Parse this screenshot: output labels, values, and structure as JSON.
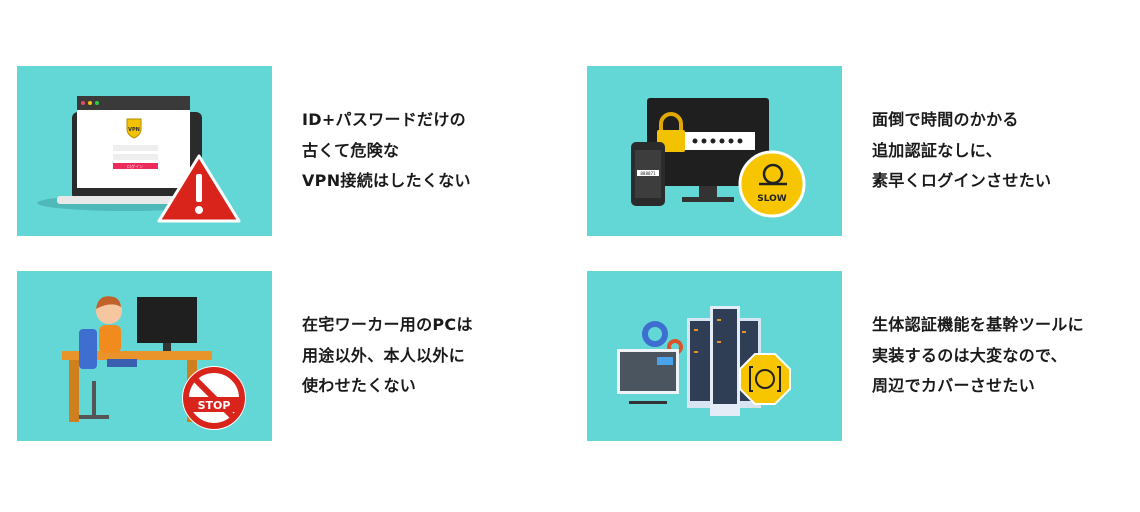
{
  "cards": [
    {
      "lines": [
        "ID+パスワードだけの",
        "古くて危険な",
        "VPN接続はしたくない"
      ],
      "illustration": "laptop-vpn-warning",
      "badge": "VPN",
      "button": "ログイン"
    },
    {
      "lines": [
        "面倒で時間のかかる",
        "追加認証なしに、",
        "素早くログインさせたい"
      ],
      "illustration": "monitor-lock-slow",
      "badge": "SLOW",
      "code": "888871"
    },
    {
      "lines": [
        "在宅ワーカー用のPCは",
        "用途以外、本人以外に",
        "使わせたくない"
      ],
      "illustration": "home-worker-stop",
      "badge": "STOP"
    },
    {
      "lines": [
        "生体認証機能を基幹ツールに",
        "実装するのは大変なので、",
        "周辺でカバーさせたい"
      ],
      "illustration": "servers-face-id"
    }
  ],
  "colors": {
    "illustration_bg": "#63d7d6",
    "warning_red": "#d9241c",
    "badge_yellow": "#f7c600",
    "text": "#1a1a1a"
  }
}
